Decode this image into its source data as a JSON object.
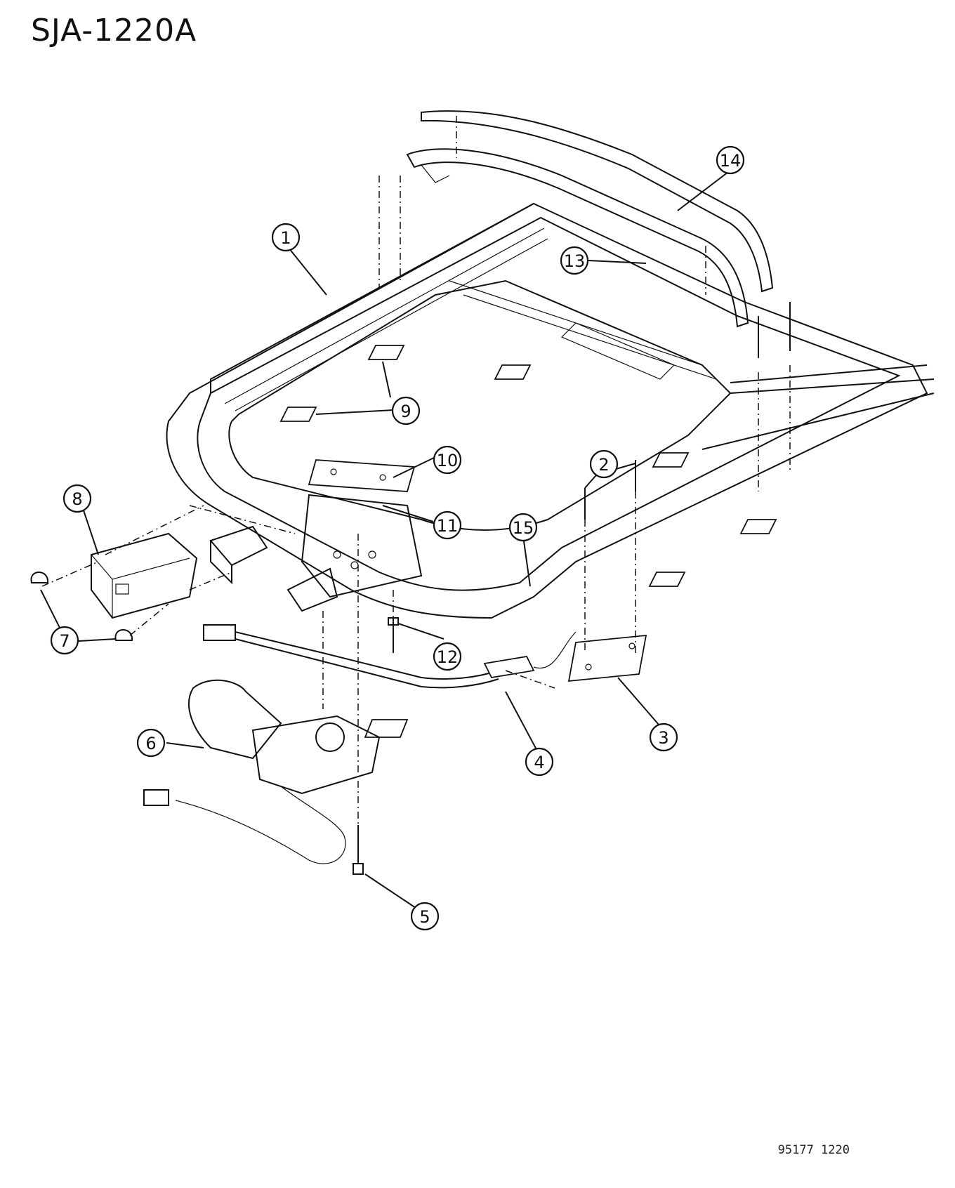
{
  "diagram_id": "SJA-1220A",
  "footer_code": "95177 1220",
  "callouts": [
    {
      "id": "c1",
      "label": "1"
    },
    {
      "id": "c2",
      "label": "2"
    },
    {
      "id": "c3",
      "label": "3"
    },
    {
      "id": "c4",
      "label": "4"
    },
    {
      "id": "c5",
      "label": "5"
    },
    {
      "id": "c6",
      "label": "6"
    },
    {
      "id": "c7",
      "label": "7"
    },
    {
      "id": "c8",
      "label": "8"
    },
    {
      "id": "c9",
      "label": "9"
    },
    {
      "id": "c10",
      "label": "10"
    },
    {
      "id": "c11",
      "label": "11"
    },
    {
      "id": "c12",
      "label": "12"
    },
    {
      "id": "c13",
      "label": "13"
    },
    {
      "id": "c14",
      "label": "14"
    },
    {
      "id": "c15",
      "label": "15"
    }
  ]
}
